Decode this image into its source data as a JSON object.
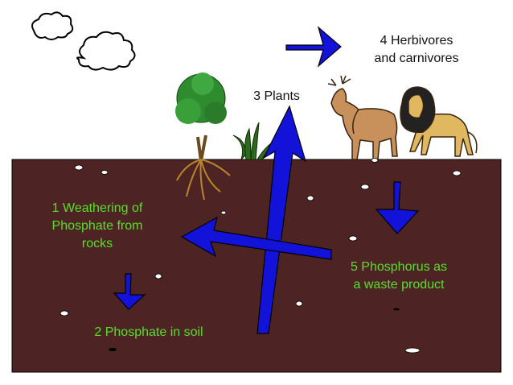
{
  "labels": {
    "step1": "1 Weathering of\nPhosphate from\nrocks",
    "step2": "2 Phosphate in soil",
    "step3": "3 Plants",
    "step4": "4 Herbivores\nand carnivores",
    "step5": "5 Phosphorus as\na waste product"
  },
  "colors": {
    "soil": "#4e2323",
    "arrow": "#1212d8",
    "label_green": "#55e02a",
    "label_dark": "#111111",
    "tree_leaves": "#2e8b2e",
    "tree_roots": "#b8862b",
    "elk": "#c8905a",
    "lion_body": "#e0b860",
    "lion_mane": "#222222"
  },
  "icons": [
    "cloud-icon",
    "tree-icon",
    "grass-icon",
    "elk-icon",
    "lion-icon",
    "pebble-icon",
    "arrow-icon"
  ]
}
